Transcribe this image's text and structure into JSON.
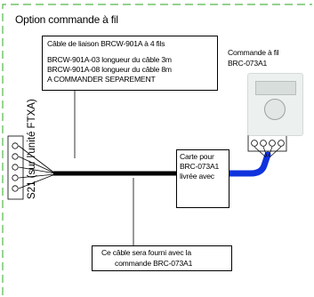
{
  "diagram": {
    "title": "Option commande à fil",
    "cable_box": {
      "heading": "Câble de liaison  BRCW-901A à 4 fils",
      "line1": "BRCW-901A-03 longueur du câble 3m",
      "line2": "BRCW-901A-08 longueur du câble 8m",
      "line3": "A COMMANDER SEPAREMENT"
    },
    "controller": {
      "label_line1": "Commande à fil",
      "label_line2": "BRC-073A1"
    },
    "card": {
      "line1": "Carte pour",
      "line2": "BRC-073A1",
      "line3": "livrée avec"
    },
    "connector_label": "S21 (sur l'unité FTXA)",
    "note": {
      "line1": "Ce câble sera fourni avec la",
      "line2": "commande BRC-073A1"
    },
    "colors": {
      "dashed_border": "#55b84a",
      "blue_cable": "#1133dd",
      "black_cable": "#000000"
    }
  }
}
